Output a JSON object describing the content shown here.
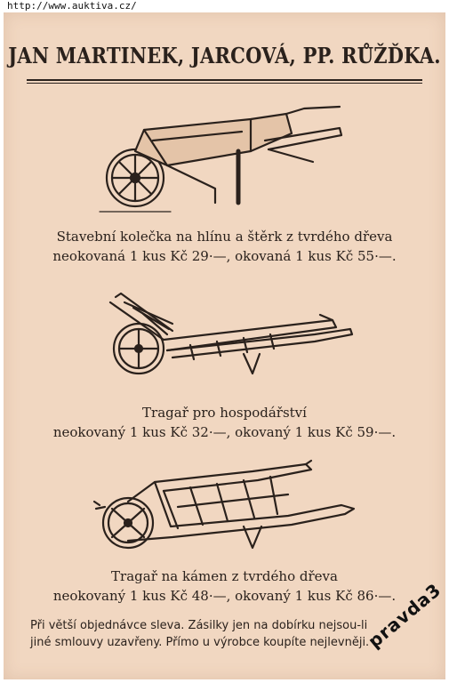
{
  "source_url": "http://www.auktiva.cz/",
  "heading": "JAN MARTINEK, JARCOVÁ, PP. RŮŽĎKA.",
  "products": [
    {
      "lines": [
        "Stavební kolečka na hlínu a štěrk z tvrdého dřeva",
        "neokovaná 1 kus Kč 29·—, okovaná 1 kus Kč 55·—."
      ]
    },
    {
      "lines": [
        "Tragař pro hospodářství",
        "neokovaný 1 kus Kč 32·—, okovaný 1 kus Kč 59·—."
      ]
    },
    {
      "lines": [
        "Tragař na kámen z tvrdého dřeva",
        "neokovaný 1 kus Kč 48·—, okovaný 1 kus Kč 86·—."
      ]
    }
  ],
  "footer_lines": [
    "Při větší objednávce sleva. Zásilky jen na dobírku nejsou-li",
    "jiné smlouvy uzavřeny. Přímo u výrobce koupíte nejlevněji."
  ],
  "watermark": "pravda3",
  "icons": [
    "wheelbarrow-icon",
    "farm-barrow-icon",
    "stone-barrow-icon"
  ],
  "colors": {
    "paper": "#f1d7c1",
    "ink": "#2a211c"
  }
}
